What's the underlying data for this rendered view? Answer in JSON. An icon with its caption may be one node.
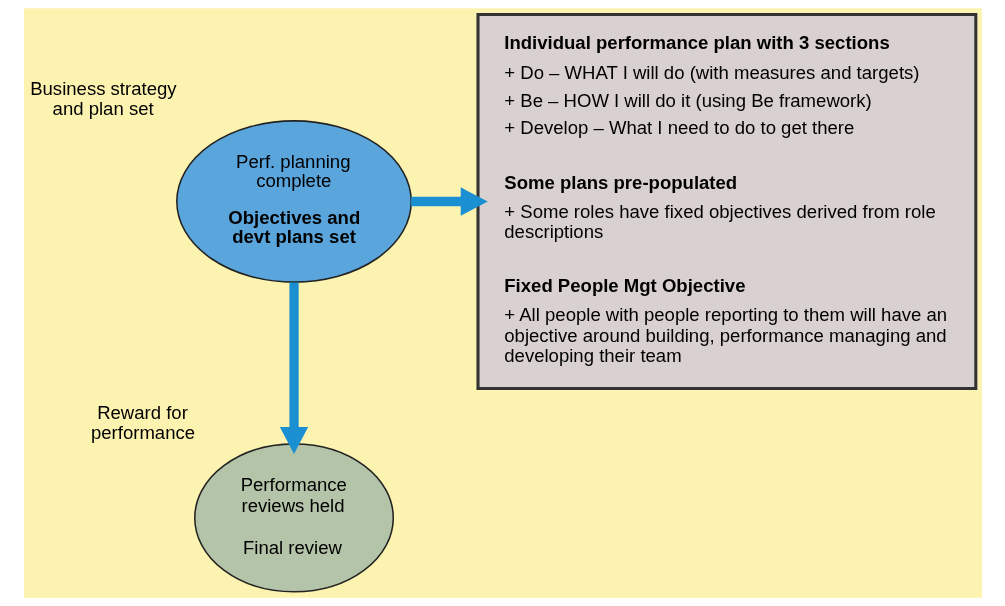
{
  "diagram": {
    "nodes": [
      {
        "text": [
          "Perf. planning complete",
          "Objectives and devt plans set"
        ],
        "beside": [
          "Business strategy and plan set"
        ]
      },
      {
        "text": [
          "Individual performance plan with 3 sections",
          "+ Do – WHAT I will do (with measures and targets)",
          "+ Be – HOW I will do it (using Be framework)",
          "+ Develop – What I need to do to get there",
          "Some plans pre-populated",
          "+ Some roles have fixed objectives derived from role descriptions",
          "Fixed People Mgt Objective",
          "+ All people with people reporting to them will have an objective around building, performance managing and developing their team"
        ]
      },
      {
        "text": [
          "Performance reviews held",
          "Final review"
        ],
        "beside": [
          "Reward for performance"
        ]
      }
    ],
    "edges": [
      {
        "from": 0,
        "to": 1,
        "arrow": "to"
      },
      {
        "from": 0,
        "to": 2,
        "arrow": "to"
      }
    ]
  }
}
